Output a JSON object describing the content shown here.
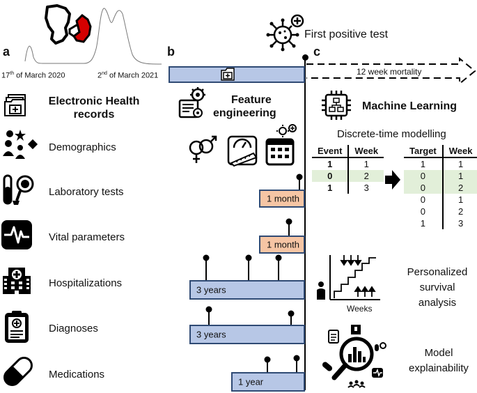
{
  "panels": {
    "a": "a",
    "b": "b",
    "c": "c"
  },
  "timeline": {
    "date_start_pre": "17",
    "date_start_sup": "th",
    "date_start_post": " of March 2020",
    "date_end_pre": "2",
    "date_end_sup": "nd",
    "date_end_post": " of March 2021"
  },
  "first_positive_test": "First positive test",
  "mortality_label": "12 week mortality",
  "panel_a": {
    "ehr_title_line1": "Electronic Health",
    "ehr_title_line2": "records",
    "items": [
      {
        "label": "Demographics",
        "icon": "people-icon"
      },
      {
        "label": "Laboratory tests",
        "icon": "test-tube-icon"
      },
      {
        "label": "Vital parameters",
        "icon": "heartbeat-icon"
      },
      {
        "label": "Hospitalizations",
        "icon": "hospital-icon"
      },
      {
        "label": "Diagnoses",
        "icon": "clipboard-icon"
      },
      {
        "label": "Medications",
        "icon": "pill-icon"
      }
    ]
  },
  "panel_b": {
    "feature_line1": "Feature",
    "feature_line2": "engineering",
    "windows": [
      {
        "label": "1 month",
        "color": "#f6c5a4"
      },
      {
        "label": "1 month",
        "color": "#f6c5a4"
      },
      {
        "label": "3 years",
        "color": "#b7c7e6"
      },
      {
        "label": "3 years",
        "color": "#b7c7e6"
      },
      {
        "label": "1 year",
        "color": "#b7c7e6"
      }
    ]
  },
  "panel_c": {
    "ml_title": "Machine Learning",
    "dtm_title": "Discrete-time modelling",
    "table_left": {
      "headers": [
        "Event",
        "Week"
      ],
      "rows": [
        [
          "1",
          "1"
        ],
        [
          "0",
          "2"
        ],
        [
          "1",
          "3"
        ]
      ]
    },
    "table_right": {
      "headers": [
        "Target",
        "Week"
      ],
      "rows": [
        [
          "1",
          "1"
        ],
        [
          "0",
          "1"
        ],
        [
          "0",
          "2"
        ],
        [
          "0",
          "1"
        ],
        [
          "0",
          "2"
        ],
        [
          "1",
          "3"
        ]
      ]
    },
    "survival_line1": "Personalized",
    "survival_line2": "survival",
    "survival_line3": "analysis",
    "weeks_label": "Weeks",
    "explain_line1": "Model",
    "explain_line2": "explainability"
  },
  "colors": {
    "bar_blue": "#b7c7e6",
    "bar_orange": "#f6c5a4",
    "bar_border": "#2f4a74",
    "highlight_green": "#e2efd9",
    "denmark_red": "#d40000"
  }
}
